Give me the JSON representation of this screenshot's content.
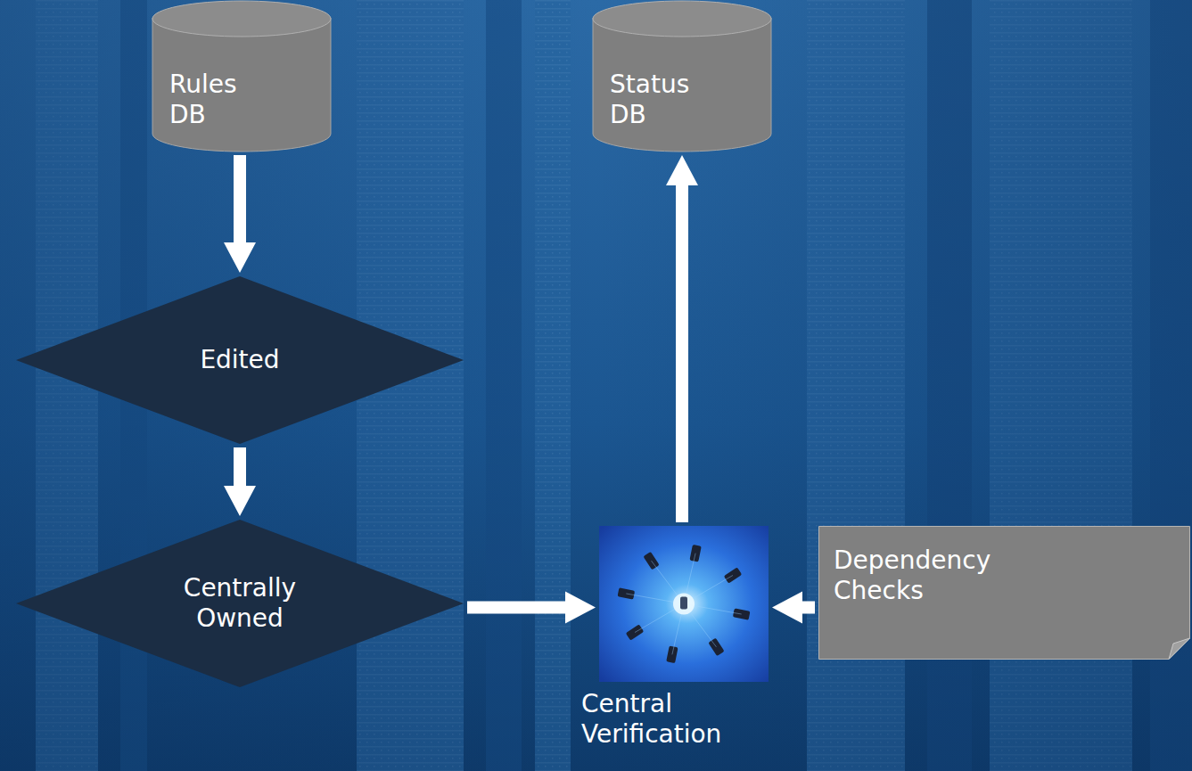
{
  "diagram": {
    "nodes": [
      {
        "text": [
          "Rules DB"
        ]
      },
      {
        "text": [
          "Status DB"
        ]
      },
      {
        "text": [
          "Edited"
        ]
      },
      {
        "text": [
          "Centrally Owned"
        ]
      },
      {
        "text": [
          "Central Verification"
        ]
      },
      {
        "text": [
          "Dependency Checks"
        ]
      }
    ],
    "edges": [
      {
        "from": 0,
        "to": 2,
        "arrow": "to"
      },
      {
        "from": 2,
        "to": 3,
        "arrow": "to"
      },
      {
        "from": 3,
        "to": 4,
        "arrow": "to"
      },
      {
        "from": 5,
        "to": 4,
        "arrow": "to"
      },
      {
        "from": 4,
        "to": 1,
        "arrow": "to"
      }
    ]
  }
}
